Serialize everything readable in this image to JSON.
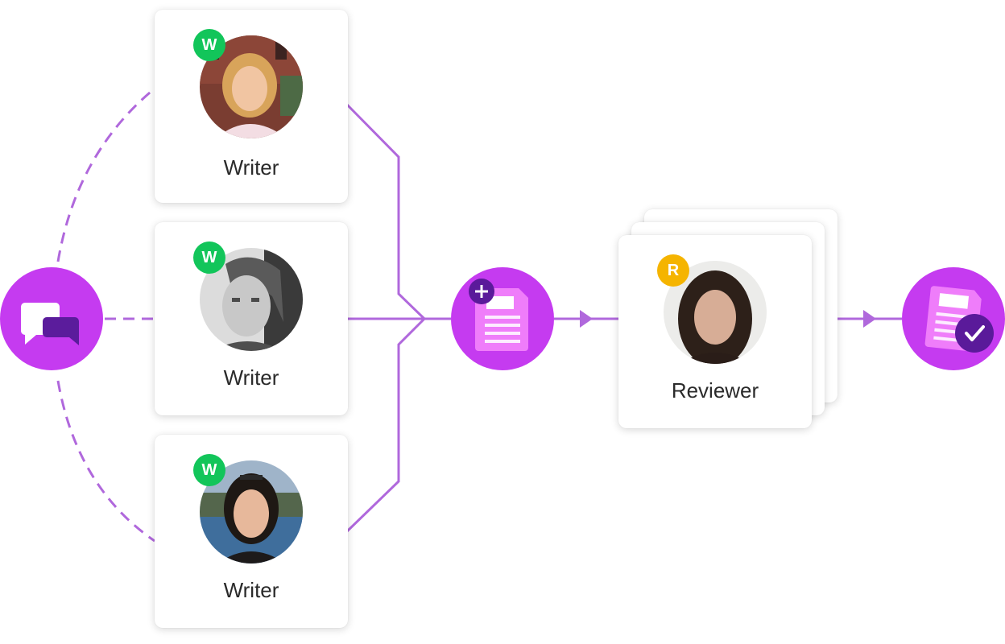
{
  "writers": [
    {
      "role": "Writer",
      "badge": "W"
    },
    {
      "role": "Writer",
      "badge": "W"
    },
    {
      "role": "Writer",
      "badge": "W"
    }
  ],
  "reviewer": {
    "role": "Reviewer",
    "badge": "R"
  },
  "colors": {
    "node": "#c53bf0",
    "line": "#b068dc",
    "writer_badge": "#12c55a",
    "reviewer_badge": "#f5b400",
    "doc_badge": "#5a1a9a"
  },
  "icons": [
    "chat-icon",
    "add-document-icon",
    "approved-document-icon",
    "plus-icon",
    "checkmark-icon"
  ]
}
